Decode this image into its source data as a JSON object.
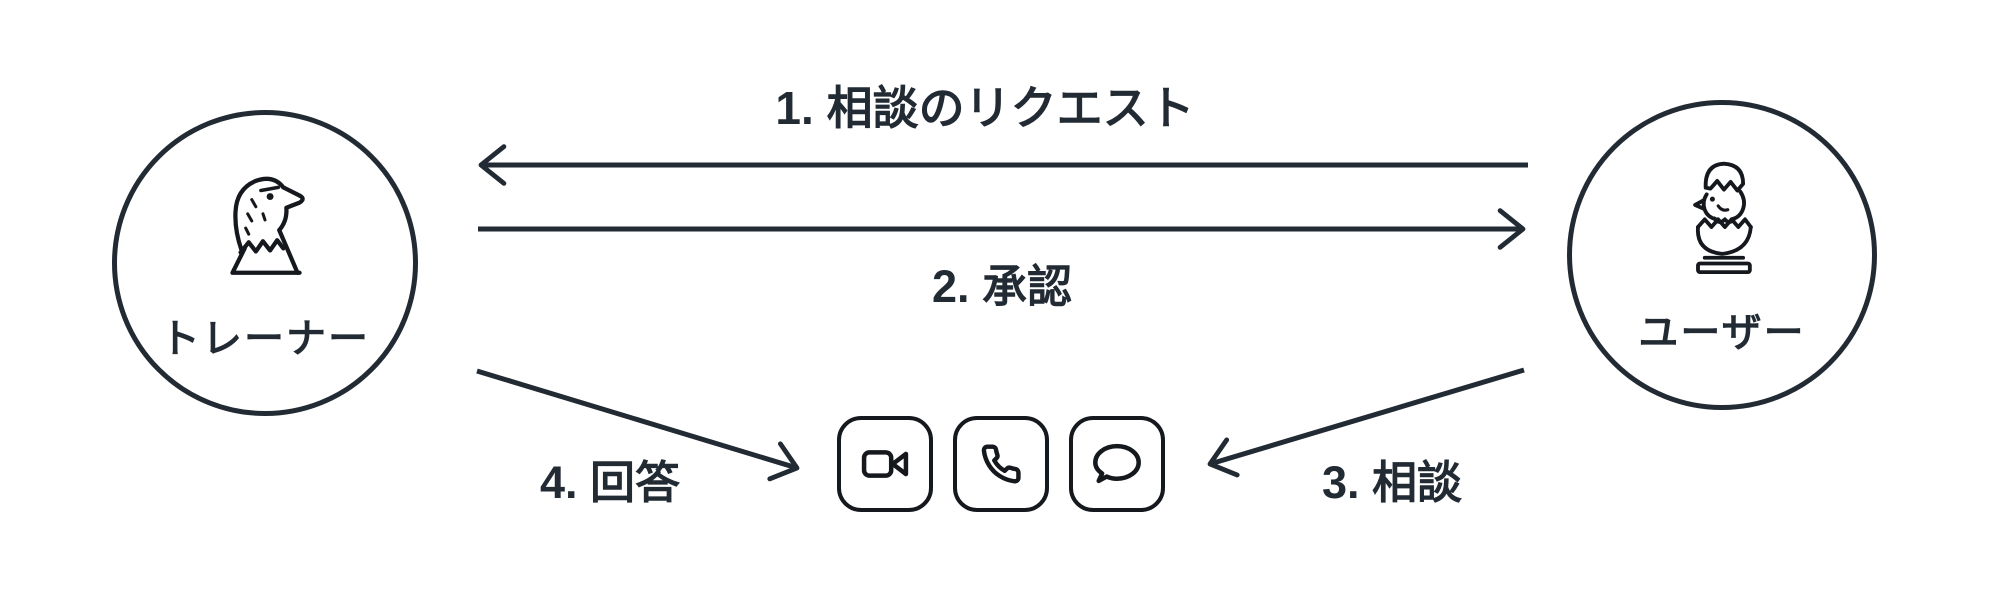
{
  "colors": {
    "background": "#ffffff",
    "ink": "#222a33",
    "icon_ink": "#15181d"
  },
  "actors": {
    "trainer": {
      "label": "トレーナー",
      "icon": "eagle-icon"
    },
    "user": {
      "label": "ユーザー",
      "icon": "hatching-chick-icon"
    }
  },
  "steps": {
    "request": {
      "label": "1. 相談のリクエスト"
    },
    "approval": {
      "label": "2. 承認"
    },
    "consultation": {
      "label": "3. 相談"
    },
    "answer": {
      "label": "4. 回答"
    }
  },
  "channels": {
    "icons": [
      "video-camera-icon",
      "phone-icon",
      "chat-bubble-icon"
    ]
  }
}
